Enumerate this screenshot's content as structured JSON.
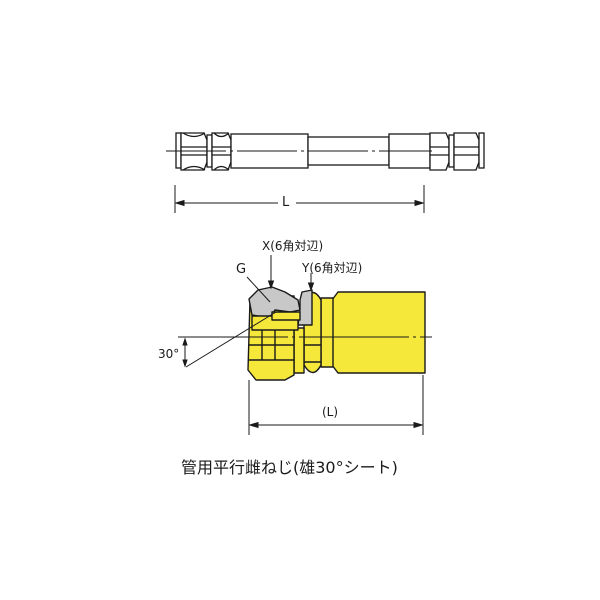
{
  "top_view": {
    "dimension_label": "L"
  },
  "detail_view": {
    "label_x": "X(6角対辺)",
    "label_y": "Y(6角対辺)",
    "label_g": "G",
    "angle_label": "30°",
    "dimension_label": "(L)"
  },
  "caption": "管用平行雌ねじ(雄30°シート)",
  "colors": {
    "fitting_fill": "#f5e83a",
    "gray_nut": "#c8c8c8",
    "line": "#1a1a1a"
  }
}
